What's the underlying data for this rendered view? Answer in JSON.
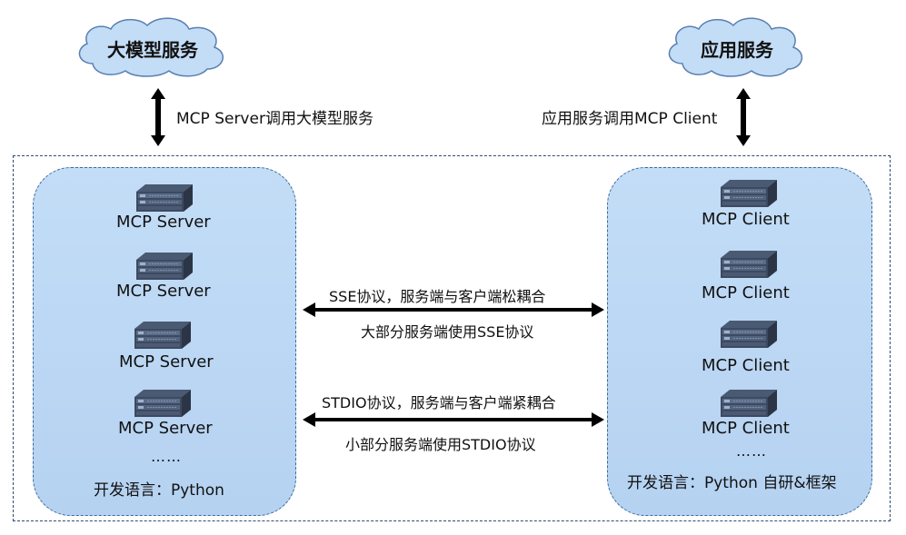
{
  "clouds": {
    "left_label": "大模型服务",
    "right_label": "应用服务"
  },
  "connections": {
    "left_vertical": "MCP Server调用大模型服务",
    "right_vertical": "应用服务调用MCP Client",
    "sse_top": "SSE协议，服务端与客户端松耦合",
    "sse_bottom": "大部分服务端使用SSE协议",
    "stdio_top": "STDIO协议，服务端与客户端紧耦合",
    "stdio_bottom": "小部分服务端使用STDIO协议"
  },
  "left_panel": {
    "items": [
      "MCP Server",
      "MCP Server",
      "MCP Server",
      "MCP Server"
    ],
    "ellipsis": "……",
    "language": "开发语言：Python"
  },
  "right_panel": {
    "items": [
      "MCP Client",
      "MCP Client",
      "MCP Client",
      "MCP Client"
    ],
    "ellipsis": "……",
    "language": "开发语言：Python  自研&框架"
  },
  "icons": {
    "cloud": "cloud-icon",
    "server": "server-icon",
    "arrow": "double-arrow-icon"
  },
  "colors": {
    "cloud_fill": "#c3ddf7",
    "panel_fill": "#b9d5f2",
    "frame": "#2c4b73",
    "arrow": "#000000"
  }
}
